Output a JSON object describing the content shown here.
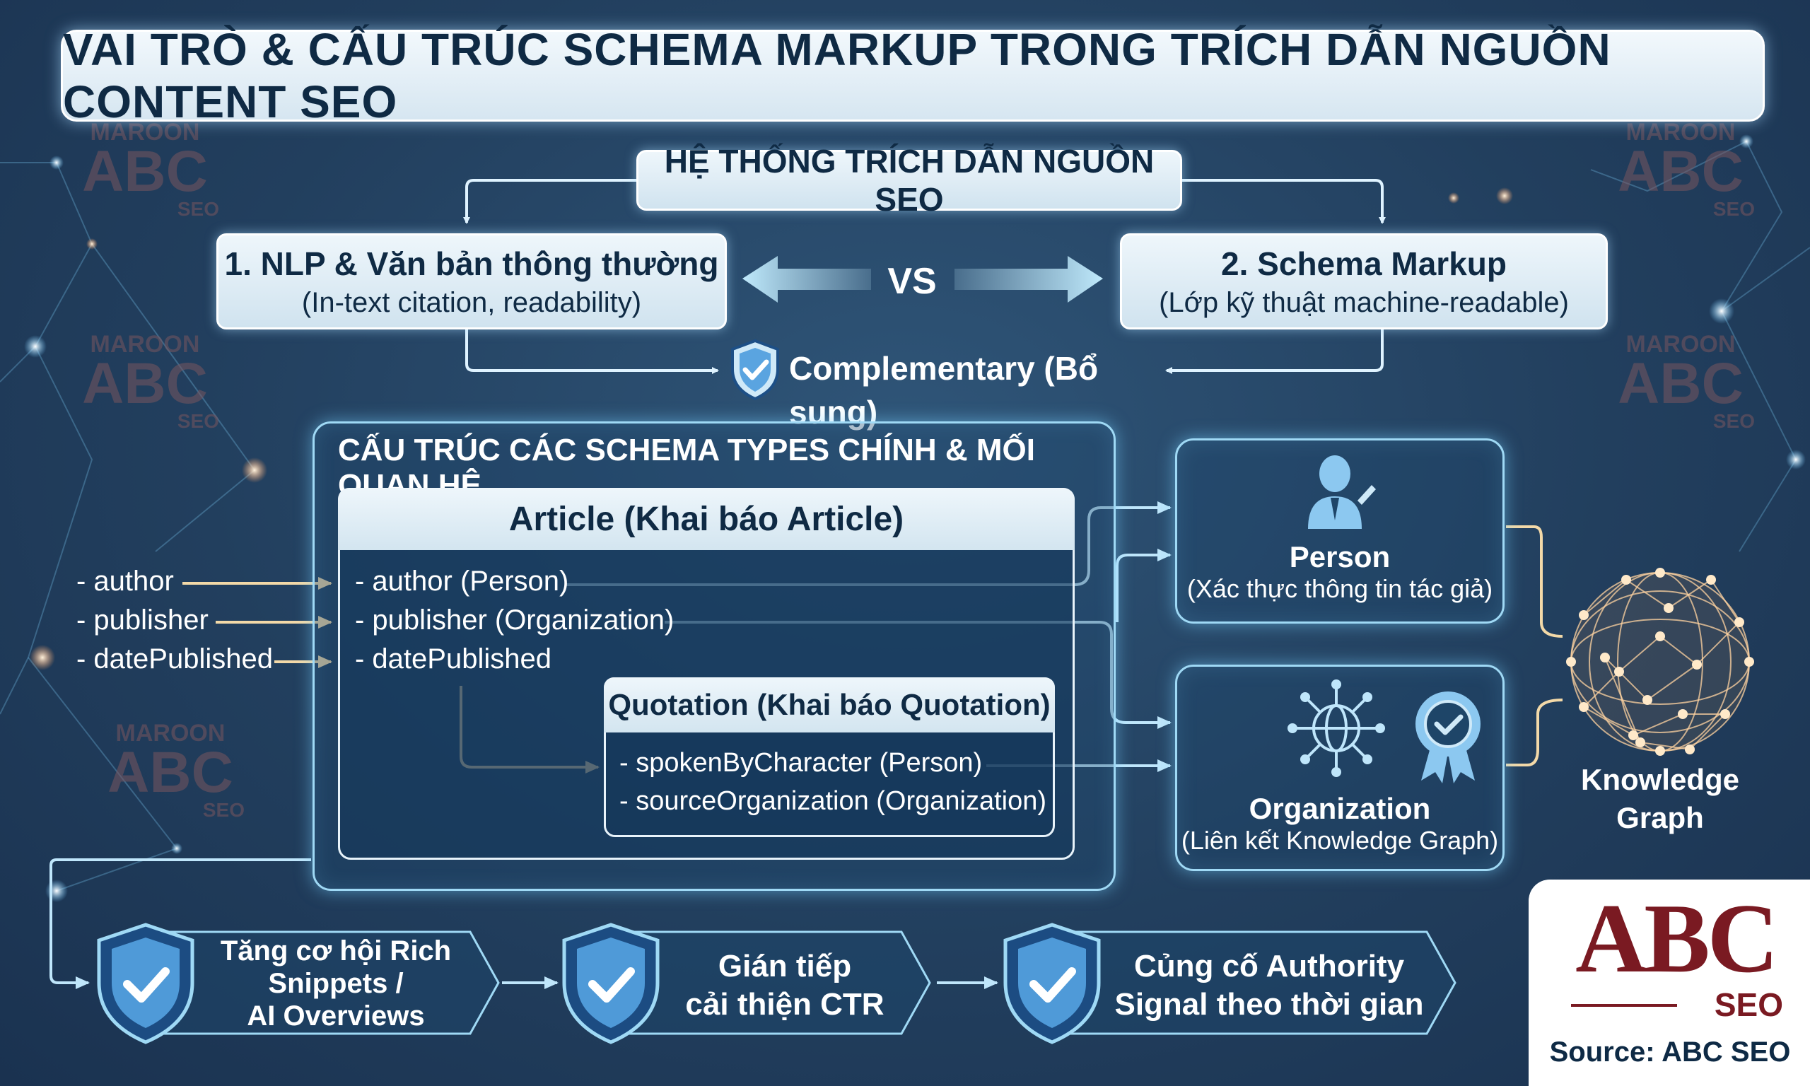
{
  "title": "VAI TRÒ & CẤU TRÚC SCHEMA MARKUP TRONG TRÍCH DẪN NGUỒN CONTENT SEO",
  "system": {
    "header": "HỆ THỐNG TRÍCH DẪN NGUỒN SEO",
    "left": {
      "title": "1. NLP & Văn bản thông thường",
      "subtitle": "(In-text citation, readability)"
    },
    "vs": "VS",
    "right": {
      "title": "2. Schema Markup",
      "subtitle": "(Lớp kỹ thuật machine-readable)"
    },
    "complementary": "Complementary (Bổ sung)"
  },
  "structure": {
    "title": "CẤU TRÚC CÁC SCHEMA TYPES CHÍNH & MỐI QUAN HỆ",
    "inputs": [
      "- author",
      "- publisher",
      "- datePublished"
    ],
    "article": {
      "header": "Article (Khai báo Article)",
      "props": [
        "- author (Person)",
        "- publisher (Organization)",
        "- datePublished"
      ]
    },
    "quotation": {
      "header": "Quotation (Khai báo Quotation)",
      "props": [
        "- spokenByCharacter (Person)",
        "- sourceOrganization (Organization)"
      ]
    }
  },
  "entities": {
    "person": {
      "title": "Person",
      "subtitle": "(Xác thực thông tin tác giả)"
    },
    "organization": {
      "title": "Organization",
      "subtitle": "(Liên kết Knowledge Graph)"
    },
    "knowledge_graph": [
      "Knowledge",
      "Graph"
    ]
  },
  "benefits": [
    [
      "Tăng cơ hội Rich",
      "Snippets /",
      "AI Overviews"
    ],
    [
      "Gián tiếp",
      "cải thiện CTR"
    ],
    [
      "Củng cố Authority",
      "Signal theo thời gian"
    ]
  ],
  "watermark": {
    "top": "MAROON",
    "mid": "ABC",
    "bottom": "SEO"
  },
  "logo": {
    "mark": "ABC",
    "sub": "SEO",
    "source": "Source: ABC SEO"
  },
  "colors": {
    "background": "#223f5e",
    "accent": "#9fd9f5",
    "arrow_warm": "#f3d9a8",
    "brand": "#7a1a22"
  }
}
